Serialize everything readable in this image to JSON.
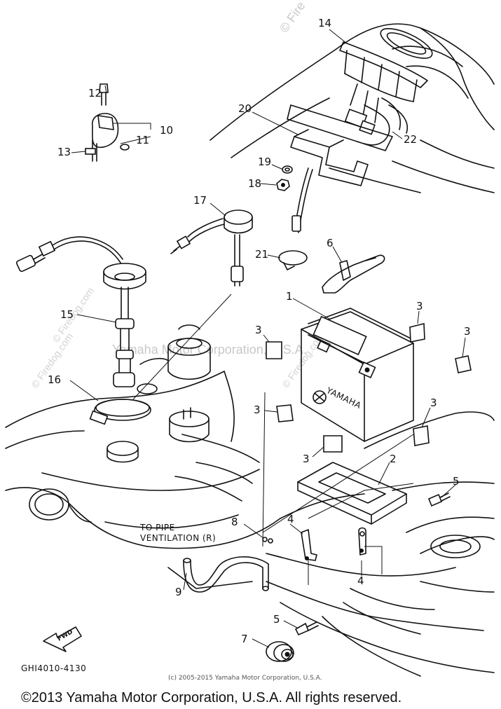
{
  "watermarks": {
    "top": "© Fire",
    "center": "Yamaha Motor Corporation, U.S.A.",
    "side_left": "© Firedog.com",
    "side_center": "© Firedog.com",
    "side_right": "© Firedog.com"
  },
  "callouts": {
    "c1": "1",
    "c2": "2",
    "c3a": "3",
    "c3b": "3",
    "c3c": "3",
    "c3d": "3",
    "c3e": "3",
    "c3f": "3",
    "c4a": "4",
    "c4b": "4",
    "c5a": "5",
    "c5b": "5",
    "c6": "6",
    "c7": "7",
    "c8": "8",
    "c9": "9",
    "c10": "10",
    "c11": "11",
    "c12": "12",
    "c13": "13",
    "c14": "14",
    "c15": "15",
    "c16": "16",
    "c17": "17",
    "c18": "18",
    "c19": "19",
    "c20": "20",
    "c21": "21",
    "c22": "22"
  },
  "annotations": {
    "pipe_line1": "TO PIPE",
    "pipe_line2": "VENTILATION (R)",
    "fwd": "FWD",
    "battery_brand": "YAMAHA",
    "diagram_code": "GHI4010-4130"
  },
  "footer": {
    "source": "(c) 2005-2015 Yamaha Motor Corporation, U.S.A.",
    "copyright": "©2013 Yamaha Motor Corporation, U.S.A. All rights reserved."
  }
}
